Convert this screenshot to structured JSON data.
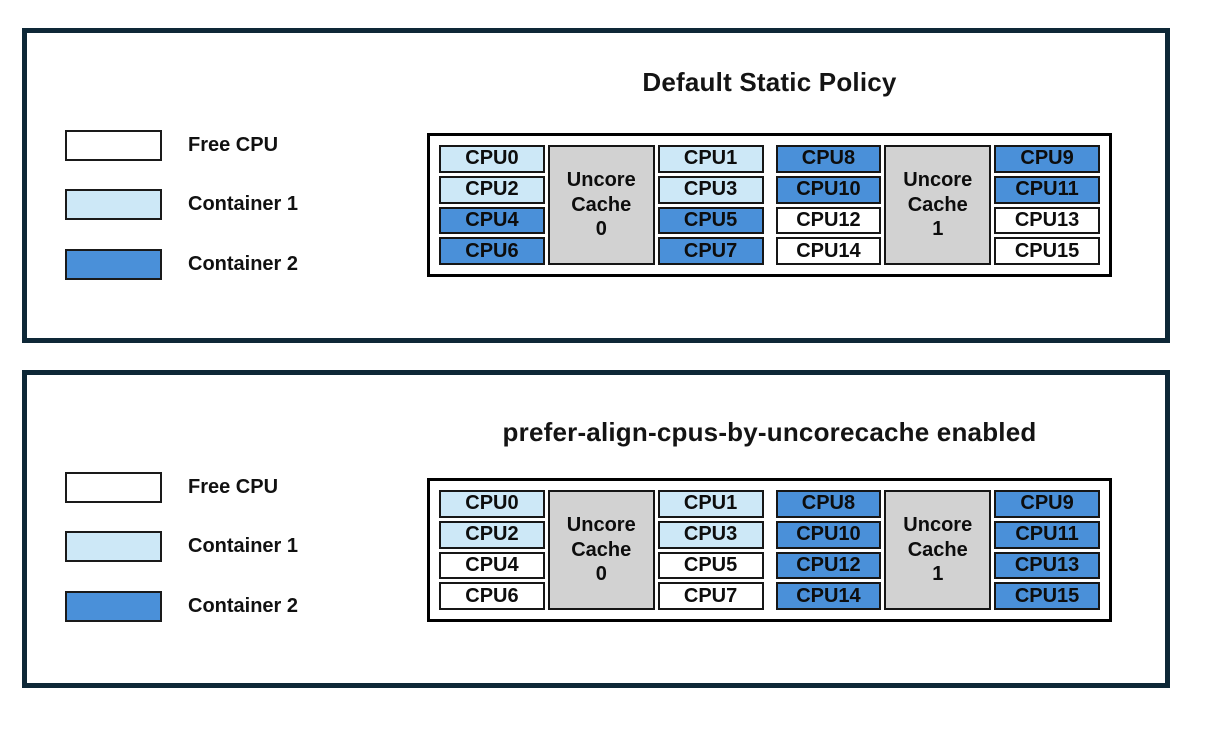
{
  "colors": {
    "panel_border": "#0e2837",
    "free_cpu_fill": "#ffffff",
    "container1_fill": "#cde8f7",
    "container2_fill": "#4a90d9",
    "uncore_cache_fill": "#d2d2d2",
    "cell_border": "#161616"
  },
  "legend": [
    {
      "label": "Free CPU",
      "state": "free"
    },
    {
      "label": "Container 1",
      "state": "container1"
    },
    {
      "label": "Container 2",
      "state": "container2"
    }
  ],
  "panels": [
    {
      "title": "Default Static Policy",
      "groups": [
        {
          "cache_label_lines": [
            "Uncore",
            "Cache",
            "0"
          ],
          "left_cpus": [
            {
              "label": "CPU0",
              "state": "container1"
            },
            {
              "label": "CPU2",
              "state": "container1"
            },
            {
              "label": "CPU4",
              "state": "container2"
            },
            {
              "label": "CPU6",
              "state": "container2"
            }
          ],
          "right_cpus": [
            {
              "label": "CPU1",
              "state": "container1"
            },
            {
              "label": "CPU3",
              "state": "container1"
            },
            {
              "label": "CPU5",
              "state": "container2"
            },
            {
              "label": "CPU7",
              "state": "container2"
            }
          ]
        },
        {
          "cache_label_lines": [
            "Uncore",
            "Cache",
            "1"
          ],
          "left_cpus": [
            {
              "label": "CPU8",
              "state": "container2"
            },
            {
              "label": "CPU10",
              "state": "container2"
            },
            {
              "label": "CPU12",
              "state": "free"
            },
            {
              "label": "CPU14",
              "state": "free"
            }
          ],
          "right_cpus": [
            {
              "label": "CPU9",
              "state": "container2"
            },
            {
              "label": "CPU11",
              "state": "container2"
            },
            {
              "label": "CPU13",
              "state": "free"
            },
            {
              "label": "CPU15",
              "state": "free"
            }
          ]
        }
      ]
    },
    {
      "title": "prefer-align-cpus-by-uncorecache enabled",
      "groups": [
        {
          "cache_label_lines": [
            "Uncore",
            "Cache",
            "0"
          ],
          "left_cpus": [
            {
              "label": "CPU0",
              "state": "container1"
            },
            {
              "label": "CPU2",
              "state": "container1"
            },
            {
              "label": "CPU4",
              "state": "free"
            },
            {
              "label": "CPU6",
              "state": "free"
            }
          ],
          "right_cpus": [
            {
              "label": "CPU1",
              "state": "container1"
            },
            {
              "label": "CPU3",
              "state": "container1"
            },
            {
              "label": "CPU5",
              "state": "free"
            },
            {
              "label": "CPU7",
              "state": "free"
            }
          ]
        },
        {
          "cache_label_lines": [
            "Uncore",
            "Cache",
            "1"
          ],
          "left_cpus": [
            {
              "label": "CPU8",
              "state": "container2"
            },
            {
              "label": "CPU10",
              "state": "container2"
            },
            {
              "label": "CPU12",
              "state": "container2"
            },
            {
              "label": "CPU14",
              "state": "container2"
            }
          ],
          "right_cpus": [
            {
              "label": "CPU9",
              "state": "container2"
            },
            {
              "label": "CPU11",
              "state": "container2"
            },
            {
              "label": "CPU13",
              "state": "container2"
            },
            {
              "label": "CPU15",
              "state": "container2"
            }
          ]
        }
      ]
    }
  ]
}
